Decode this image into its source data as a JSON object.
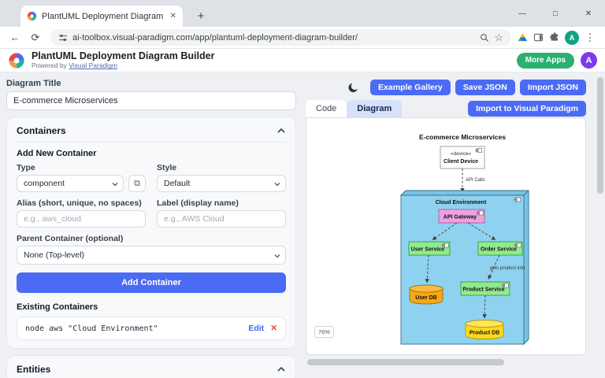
{
  "browser": {
    "tab_title": "PlantUML Deployment Diagram",
    "url": "ai-toolbox.visual-paradigm.com/app/plantuml-deployment-diagram-builder/",
    "profile_initial": "A"
  },
  "icons": {
    "back": "←",
    "refresh": "⟳",
    "star": "☆",
    "kebab": "⋮",
    "minimize": "—",
    "maximize": "□",
    "close": "✕",
    "new_tab": "+",
    "tab_close": "✕",
    "manage_types": "⧉"
  },
  "header": {
    "title": "PlantUML Deployment Diagram Builder",
    "powered_by_prefix": "Powered by",
    "powered_by_link": "Visual Paradigm",
    "more_apps_label": "More Apps",
    "avatar_initial": "A"
  },
  "left": {
    "diagram_title_label": "Diagram Title",
    "diagram_title_value": "E-commerce Microservices",
    "containers": {
      "title": "Containers",
      "add_new_title": "Add New Container",
      "type_label": "Type",
      "type_value": "component",
      "style_label": "Style",
      "style_value": "Default",
      "alias_label": "Alias (short, unique, no spaces)",
      "alias_placeholder": "e.g., aws_cloud",
      "display_label": "Label (display name)",
      "display_placeholder": "e.g., AWS Cloud",
      "parent_label": "Parent Container (optional)",
      "parent_value": "None (Top-level)",
      "add_button_label": "Add Container",
      "existing_title": "Existing Containers",
      "existing_items": [
        {
          "code": "node aws \"Cloud Environment\"",
          "edit_label": "Edit",
          "remove_label": "✕"
        }
      ]
    },
    "entities": {
      "title": "Entities"
    }
  },
  "right": {
    "example_gallery_label": "Example Gallery",
    "save_json_label": "Save JSON",
    "import_json_label": "Import JSON",
    "import_vp_label": "Import to Visual Paradigm",
    "tabs": {
      "code": "Code",
      "diagram": "Diagram"
    },
    "zoom_level": "76%"
  },
  "diagram": {
    "title": "E-commerce Microservices",
    "client_stereotype": "«device»",
    "client_label": "Client Device",
    "api_calls_label": "API Calls",
    "cloud_label": "Cloud Environment",
    "api_gateway_label": "API Gateway",
    "user_service_label": "User Service",
    "order_service_label": "Order Service",
    "user_db_label": "User DB",
    "product_service_label": "Product Service",
    "product_db_label": "Product DB",
    "gets_product_info_label": "gets product info"
  },
  "colors": {
    "accent_blue": "#4b6bf5",
    "more_apps_green": "#2ab06f",
    "cloud_fill": "#8ed2f0",
    "gateway_fill": "#eba3e0",
    "service_fill": "#93e893",
    "user_db_fill": "#f4a814",
    "product_db_fill": "#ffda19"
  }
}
